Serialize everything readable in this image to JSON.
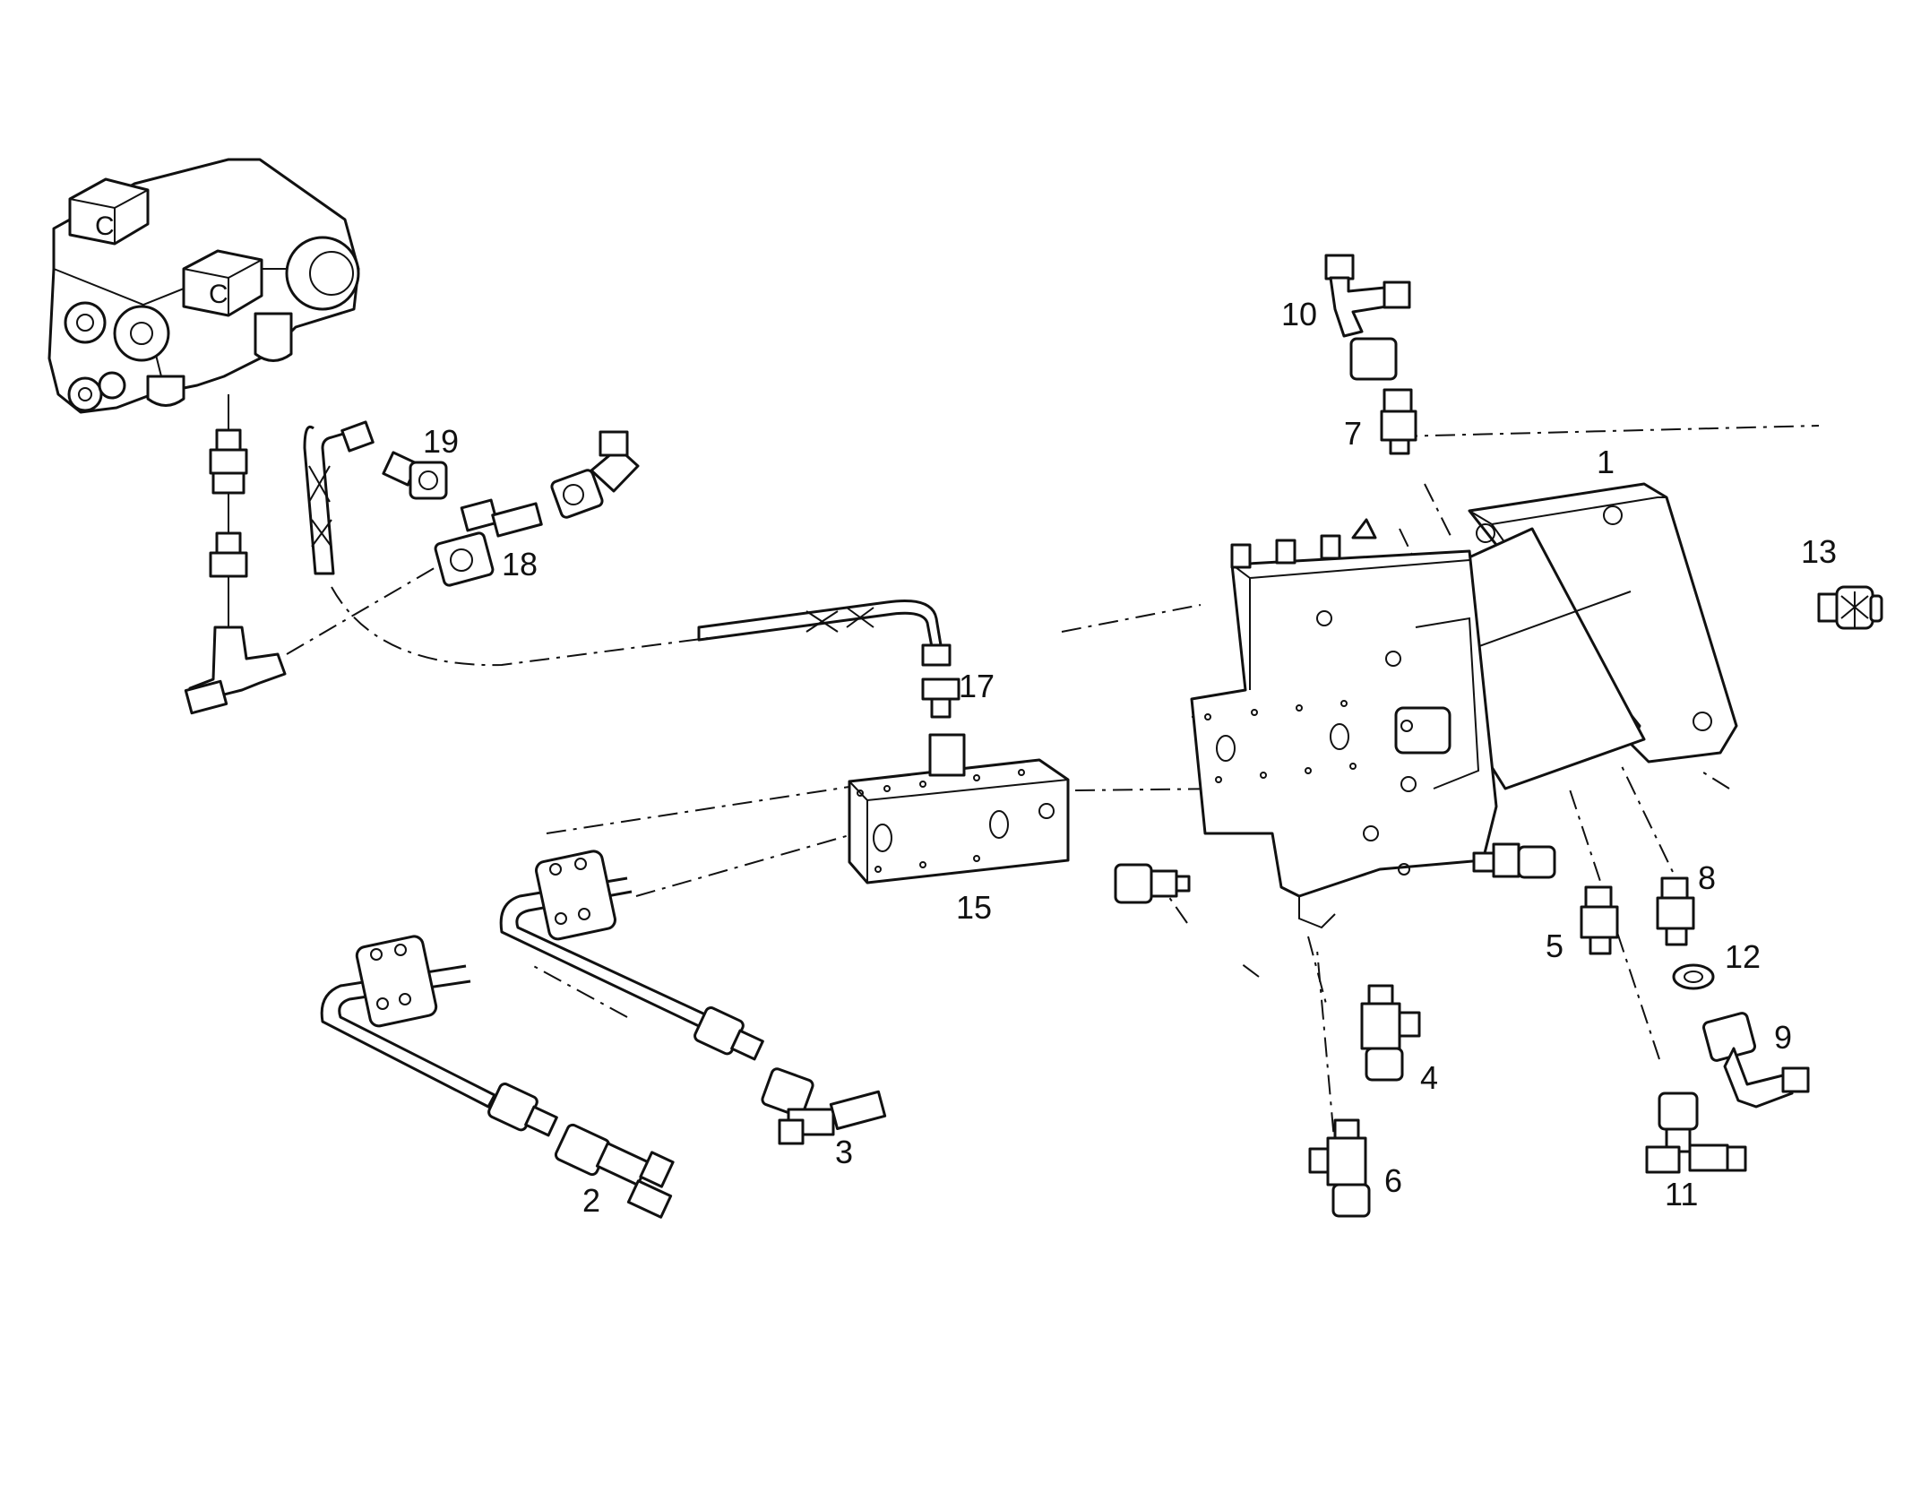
{
  "diagram": {
    "valve_block": {
      "port_mark_1": "C",
      "port_mark_2": "C"
    },
    "callouts": [
      {
        "id": "1",
        "label": "1"
      },
      {
        "id": "2",
        "label": "2"
      },
      {
        "id": "3",
        "label": "3"
      },
      {
        "id": "4",
        "label": "4"
      },
      {
        "id": "5",
        "label": "5"
      },
      {
        "id": "6",
        "label": "6"
      },
      {
        "id": "7",
        "label": "7"
      },
      {
        "id": "8",
        "label": "8"
      },
      {
        "id": "9",
        "label": "9"
      },
      {
        "id": "10",
        "label": "10"
      },
      {
        "id": "11",
        "label": "11"
      },
      {
        "id": "12",
        "label": "12"
      },
      {
        "id": "13",
        "label": "13"
      },
      {
        "id": "15",
        "label": "15"
      },
      {
        "id": "17",
        "label": "17"
      },
      {
        "id": "18",
        "label": "18"
      },
      {
        "id": "19",
        "label": "19"
      }
    ]
  },
  "colors": {
    "line": "#111111",
    "background": "#ffffff"
  }
}
